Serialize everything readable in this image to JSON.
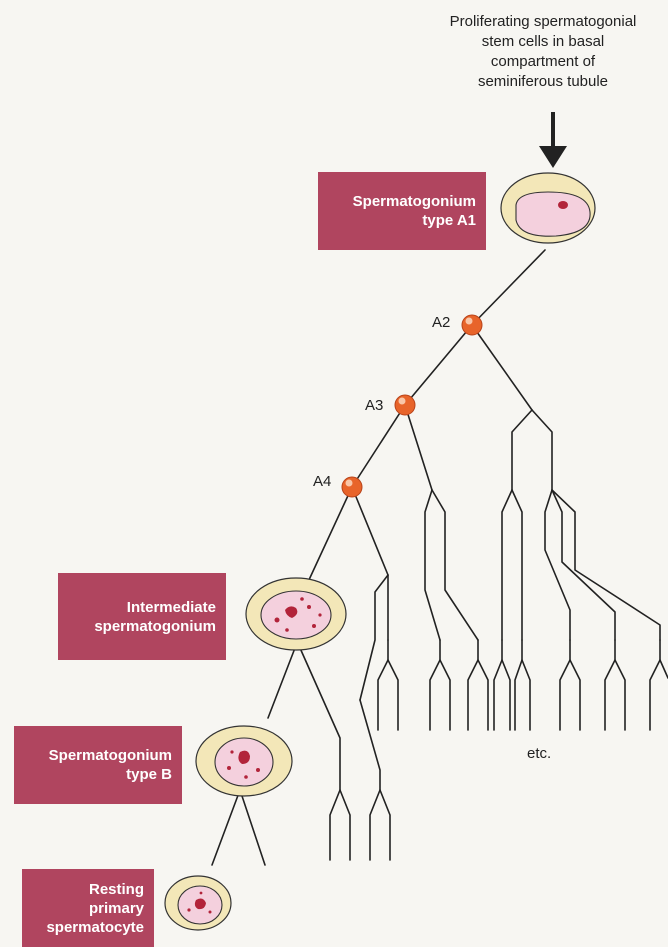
{
  "caption": {
    "lines": [
      "Proliferating spermatogonial",
      "stem cells in basal",
      "compartment of",
      "seminiferous tubule"
    ]
  },
  "labels": {
    "a1": [
      "Spermatogonium",
      "type A1"
    ],
    "intermediate": [
      "Intermediate",
      "spermatogonium"
    ],
    "type_b": [
      "Spermatogonium",
      "type B"
    ],
    "resting": [
      "Resting",
      "primary",
      "spermatocyte"
    ]
  },
  "nodes": {
    "a2": "A2",
    "a3": "A3",
    "a4": "A4"
  },
  "etc": "etc.",
  "colors": {
    "label_box": "#b0455f",
    "cell_outer": "#f3e7b8",
    "cell_inner": "#f4d0dd",
    "chromatin": "#b2243a",
    "division_node": "#e8642a",
    "line": "#222222"
  }
}
